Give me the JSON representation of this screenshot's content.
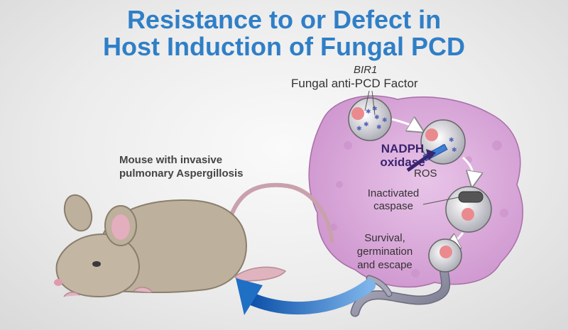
{
  "title": {
    "line1": "Resistance to or Defect in",
    "line2": "Host Induction of Fungal PCD"
  },
  "labels": {
    "gene": "BIR1",
    "factor": "Fungal anti-PCD Factor",
    "mouse_line1": "Mouse with invasive",
    "mouse_line2": "pulmonary Aspergillosis",
    "nadph_line1": "NADPH",
    "nadph_line2": "oxidase",
    "ros": "ROS",
    "caspase_line1": "Inactivated",
    "caspase_line2": "caspase",
    "survival_line1": "Survival,",
    "survival_line2": "germination",
    "survival_line3": "and escape"
  },
  "colors": {
    "title": "#2f7fc7",
    "host_cell": "#d9a9d9",
    "nadph_arrow": "#3a2470",
    "escape_arrow": "#1f6fc4",
    "conidium": "#eb8a8e"
  }
}
